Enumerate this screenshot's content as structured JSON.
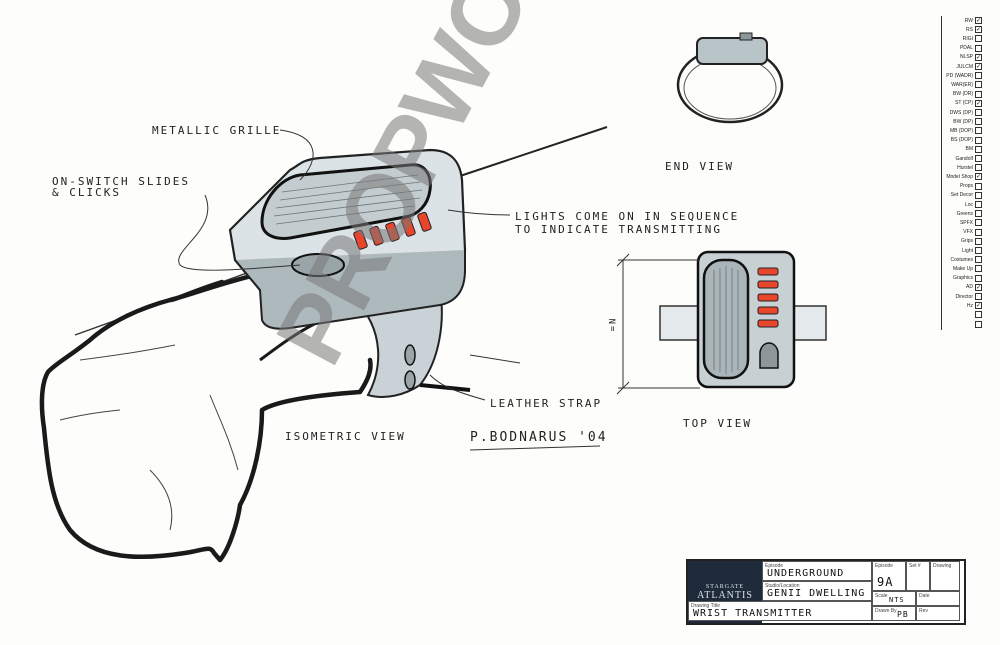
{
  "labels": {
    "metallic_grille": "METALLIC GRILLE",
    "on_switch_line1": "ON-SWITCH SLIDES",
    "on_switch_line2": "& CLICKS",
    "lights_line1": "LIGHTS COME ON IN SEQUENCE",
    "lights_line2": "TO INDICATE TRANSMITTING",
    "end_view": "END VIEW",
    "top_view": "TOP VIEW",
    "leather_strap": "LEATHER STRAP",
    "isometric_view": "ISOMETRIC VIEW",
    "signature": "P.BODNARUS '04",
    "dimension_mark": "=N"
  },
  "watermark": "PROPWORX",
  "checklist": [
    {
      "label": "RW",
      "checked": true
    },
    {
      "label": "RS",
      "checked": true
    },
    {
      "label": "RIGI",
      "checked": false
    },
    {
      "label": "PDAL",
      "checked": false
    },
    {
      "label": "NLSP",
      "checked": true
    },
    {
      "label": "JULCM",
      "checked": true
    },
    {
      "label": "PD (WADR)",
      "checked": false
    },
    {
      "label": "WAR(ER)",
      "checked": false
    },
    {
      "label": "BW (DR)",
      "checked": false
    },
    {
      "label": "ST (CP)",
      "checked": true
    },
    {
      "label": "DWS (DP)",
      "checked": false
    },
    {
      "label": "BW (DP)",
      "checked": false
    },
    {
      "label": "MB (DOP)",
      "checked": false
    },
    {
      "label": "BS (DOP)",
      "checked": false
    },
    {
      "label": "BM",
      "checked": false
    },
    {
      "label": "Gandolf",
      "checked": false
    },
    {
      "label": "Hurstel",
      "checked": false
    },
    {
      "label": "Model Shop",
      "checked": true
    },
    {
      "label": "Props",
      "checked": false
    },
    {
      "label": "Set Decor",
      "checked": false
    },
    {
      "label": "Loc",
      "checked": false
    },
    {
      "label": "Greens",
      "checked": false
    },
    {
      "label": "SPFX",
      "checked": false
    },
    {
      "label": "VFX",
      "checked": false
    },
    {
      "label": "Grips",
      "checked": false
    },
    {
      "label": "Light",
      "checked": false
    },
    {
      "label": "Costumes",
      "checked": false
    },
    {
      "label": "Make Up",
      "checked": false
    },
    {
      "label": "Graphics",
      "checked": false
    },
    {
      "label": "AD",
      "checked": true
    },
    {
      "label": "Director",
      "checked": false
    },
    {
      "label": "Hz",
      "checked": true
    },
    {
      "label": "",
      "checked": false
    },
    {
      "label": "",
      "checked": false
    }
  ],
  "titleblock": {
    "logo_top": "STARGATE",
    "logo_bottom": "ATLANTIS",
    "episode_label": "Episode",
    "episode": "UNDERGROUND",
    "studio_label": "Studio/Location",
    "studio": "GENII DWELLING",
    "drawing_title_label": "Drawing Title",
    "drawing_title": "WRIST TRANSMITTER",
    "episode_no_label": "Episode",
    "episode_no": "9A",
    "set_label": "Set #",
    "drawing_label": "Drawing",
    "scale_label": "Scale",
    "scale": "NTS",
    "date_label": "Date",
    "drawn_label": "Drawn By",
    "drawn_by": "PB",
    "rev_label": "Rev"
  }
}
